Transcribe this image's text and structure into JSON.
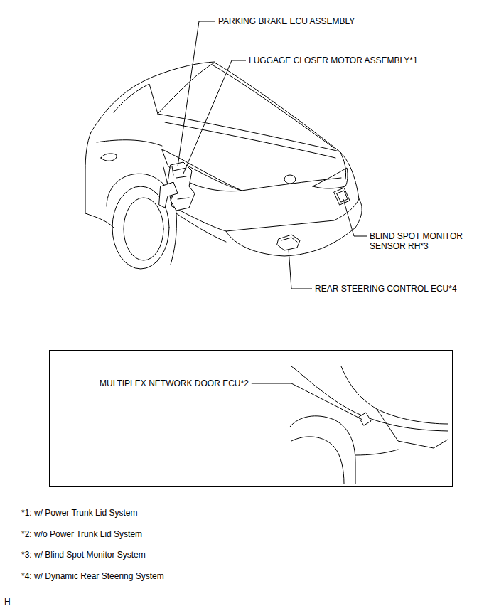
{
  "diagram": {
    "nodes": [
      {
        "text": [
          "MULTIPLEX NETWORK DOOR ECU*2"
        ]
      }
    ],
    "edges": [],
    "labels": [
      "PARKING BRAKE ECU ASSEMBLY",
      "LUGGAGE CLOSER MOTOR ASSEMBLY*1",
      "BLIND SPOT MONITOR SENSOR RH*3",
      "REAR STEERING CONTROL ECU*4",
      "*1: w/ Power Trunk Lid System",
      "*2: w/o Power Trunk Lid System",
      "*3: w/ Blind Spot Monitor System",
      "*4: w/ Dynamic Rear Steering System",
      "H"
    ]
  }
}
